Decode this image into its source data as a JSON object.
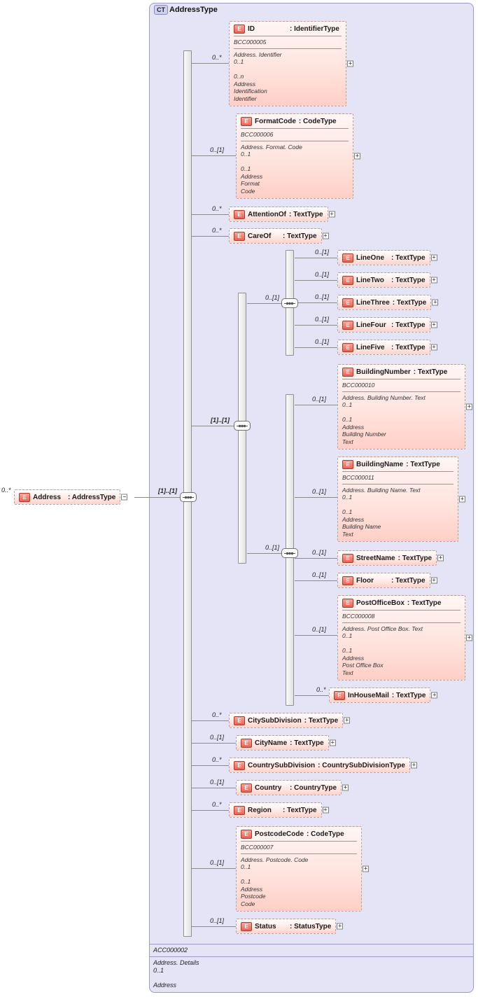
{
  "diagram": {
    "glyphs": {
      "e": "E",
      "expand": "+",
      "collapse": "−"
    },
    "container": {
      "badge": "CT",
      "title": "AddressType",
      "footer": {
        "code": "ACC000002",
        "details": "Address. Details\n0..1\n\nAddress"
      }
    },
    "root": {
      "cardinality": "0..*",
      "name": "Address",
      "type": ": AddressType"
    },
    "groups": {
      "root_seq": {
        "cardinality": "[1]..[1]"
      },
      "choice": {
        "cardinality": "[1]..[1]"
      },
      "lines": {
        "cardinality": "0..[1]"
      },
      "building": {
        "cardinality": "0..[1]"
      }
    },
    "elements": {
      "id": {
        "cardinality": "0..*",
        "name": "ID",
        "type": ": IdentifierType",
        "code": "BCC000005",
        "docs": "Address. Identifier\n0..1\n\n0..n\nAddress\nIdentification\nIdentifier"
      },
      "format_code": {
        "cardinality": "0..[1]",
        "name": "FormatCode",
        "type": ": CodeType",
        "code": "BCC000006",
        "docs": "Address. Format. Code\n0..1\n\n0..1\nAddress\nFormat\nCode"
      },
      "attention_of": {
        "cardinality": "0..*",
        "name": "AttentionOf",
        "type": ": TextType"
      },
      "care_of": {
        "cardinality": "0..*",
        "name": "CareOf",
        "type": ": TextType"
      },
      "line_one": {
        "cardinality": "0..[1]",
        "name": "LineOne",
        "type": ": TextType"
      },
      "line_two": {
        "cardinality": "0..[1]",
        "name": "LineTwo",
        "type": ": TextType"
      },
      "line_three": {
        "cardinality": "0..[1]",
        "name": "LineThree",
        "type": ": TextType"
      },
      "line_four": {
        "cardinality": "0..[1]",
        "name": "LineFour",
        "type": ": TextType"
      },
      "line_five": {
        "cardinality": "0..[1]",
        "name": "LineFive",
        "type": ": TextType"
      },
      "building_number": {
        "cardinality": "0..[1]",
        "name": "BuildingNumber",
        "type": ": TextType",
        "code": "BCC000010",
        "docs": "Address. Building Number. Text\n0..1\n\n0..1\nAddress\nBuilding Number\nText"
      },
      "building_name": {
        "cardinality": "0..[1]",
        "name": "BuildingName",
        "type": ": TextType",
        "code": "BCC000011",
        "docs": "Address. Building Name. Text\n0..1\n\n0..1\nAddress\nBuilding Name\nText"
      },
      "street_name": {
        "cardinality": "0..[1]",
        "name": "StreetName",
        "type": ": TextType"
      },
      "floor": {
        "cardinality": "0..[1]",
        "name": "Floor",
        "type": ": TextType"
      },
      "post_office_box": {
        "cardinality": "0..[1]",
        "name": "PostOfficeBox",
        "type": ": TextType",
        "code": "BCC000008",
        "docs": "Address. Post Office Box. Text\n0..1\n\n0..1\nAddress\nPost Office Box\nText"
      },
      "in_house_mail": {
        "cardinality": "0..*",
        "name": "InHouseMail",
        "type": ": TextType"
      },
      "city_sub_division": {
        "cardinality": "0..*",
        "name": "CitySubDivision",
        "type": ": TextType"
      },
      "city_name": {
        "cardinality": "0..[1]",
        "name": "CityName",
        "type": ": TextType"
      },
      "country_sub_division": {
        "cardinality": "0..*",
        "name": "CountrySubDivision",
        "type": ": CountrySubDivisionType"
      },
      "country": {
        "cardinality": "0..[1]",
        "name": "Country",
        "type": ": CountryType"
      },
      "region": {
        "cardinality": "0..*",
        "name": "Region",
        "type": ": TextType"
      },
      "postcode_code": {
        "cardinality": "0..[1]",
        "name": "PostcodeCode",
        "type": ": CodeType",
        "code": "BCC000007",
        "docs": "Address. Postcode. Code\n0..1\n\n0..1\nAddress\nPostcode\nCode"
      },
      "status": {
        "cardinality": "0..[1]",
        "name": "Status",
        "type": ": StatusType"
      }
    }
  }
}
